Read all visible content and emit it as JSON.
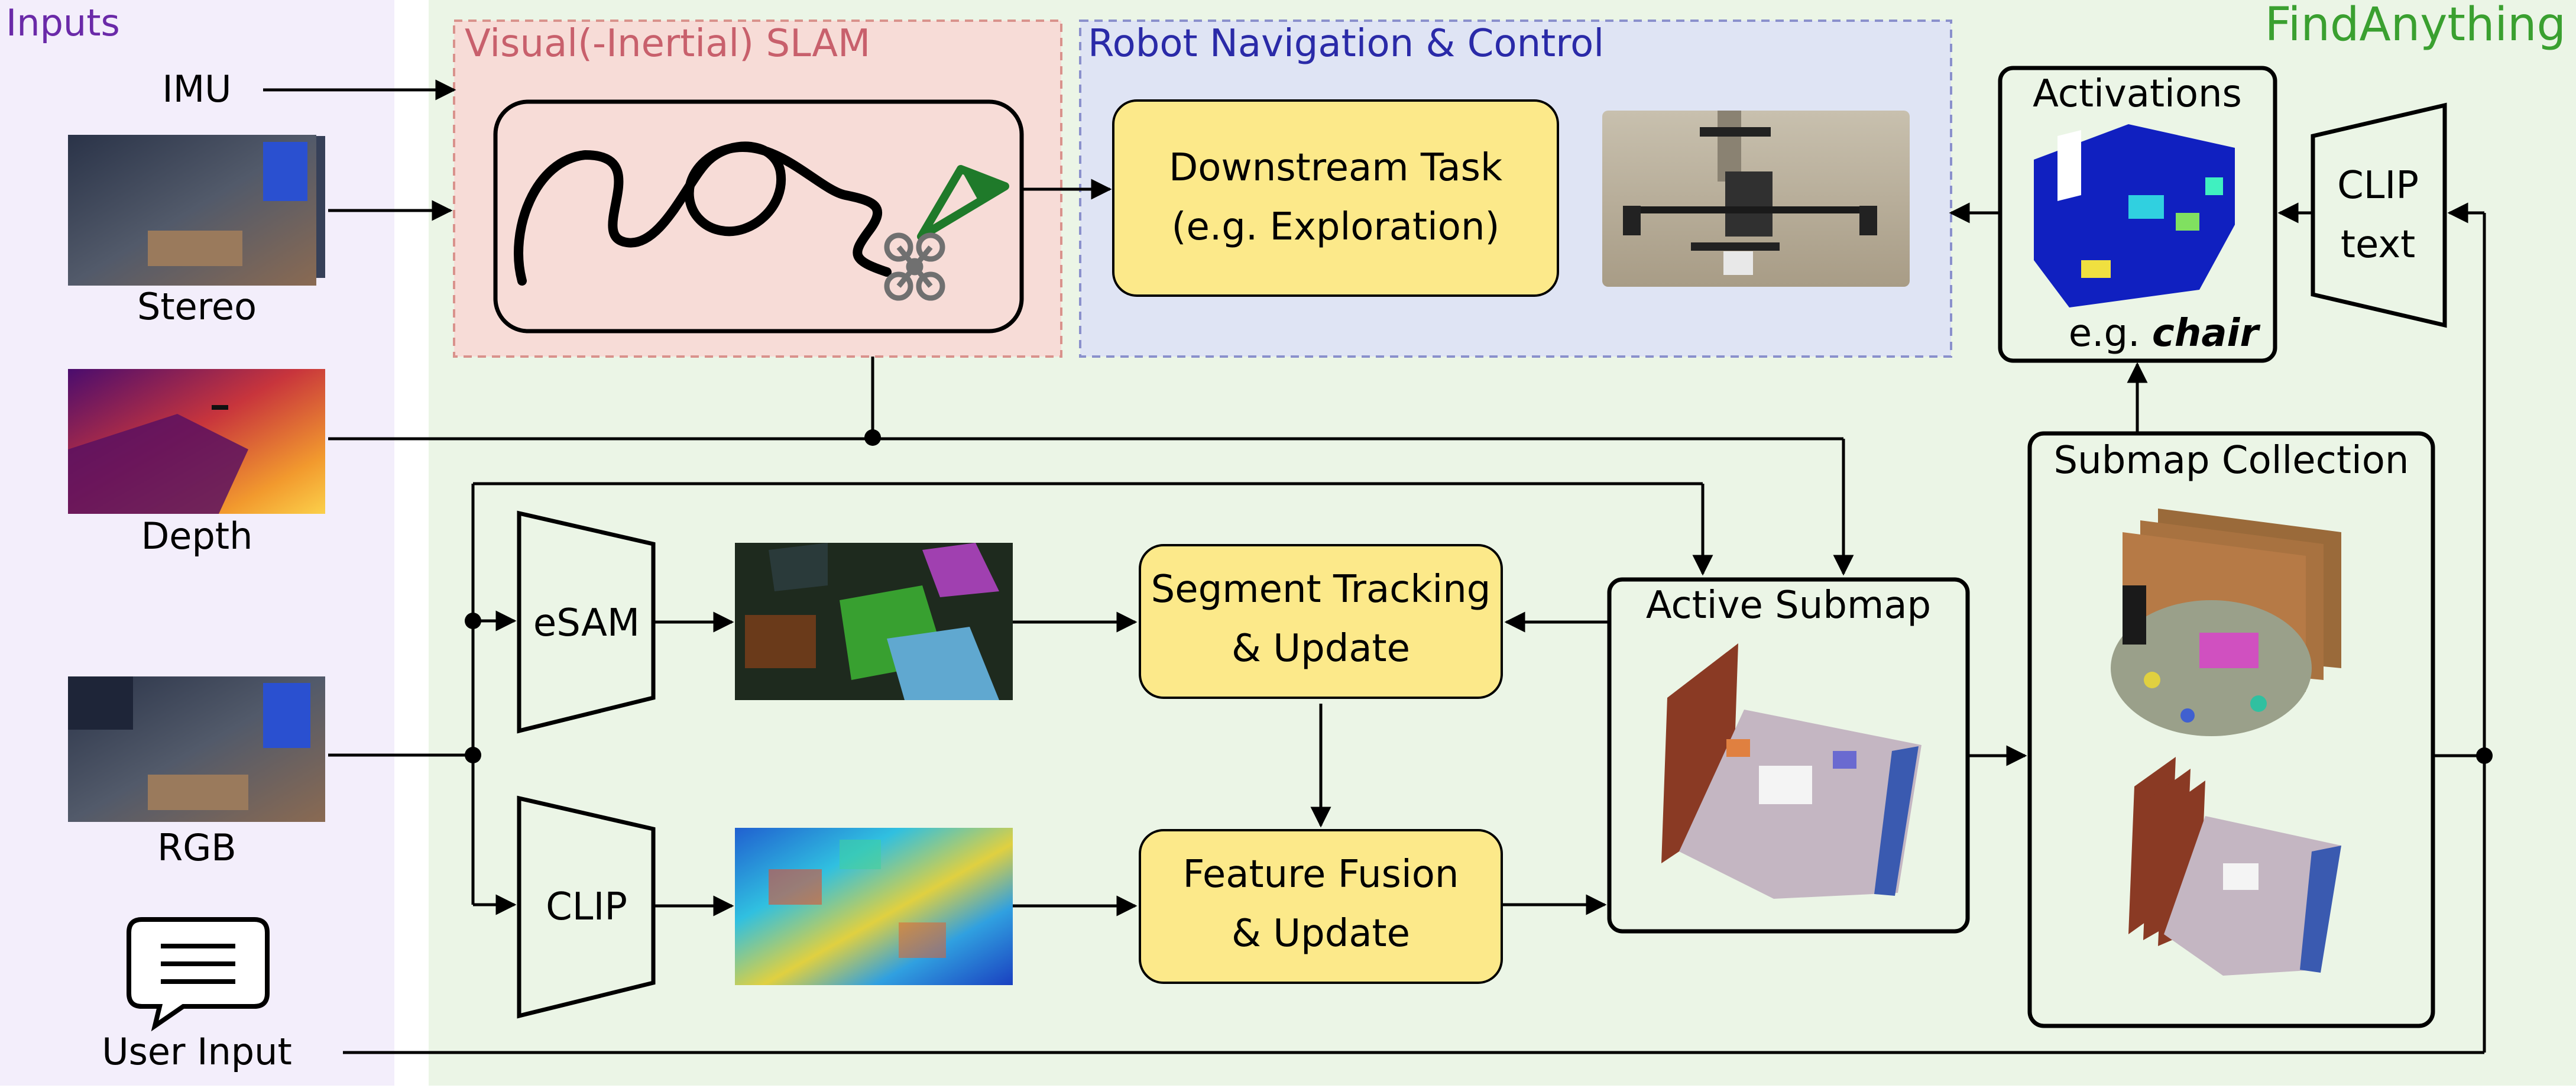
{
  "sections": {
    "inputs": "Inputs",
    "slam": "Visual(-Inertial) SLAM",
    "robot_nav": "Robot Navigation & Control",
    "findanything": "FindAnything"
  },
  "inputs": {
    "imu": "IMU",
    "stereo": "Stereo",
    "depth": "Depth",
    "rgb": "RGB",
    "user_input": "User Input"
  },
  "blocks": {
    "downstream_line1": "Downstream Task",
    "downstream_line2": "(e.g. Exploration)",
    "esam": "eSAM",
    "clip": "CLIP",
    "segment_line1": "Segment Tracking",
    "segment_line2": "& Update",
    "fusion_line1": "Feature Fusion",
    "fusion_line2": "& Update",
    "active_submap": "Active Submap",
    "submap_collection": "Submap Collection",
    "activations": "Activations",
    "activations_example_prefix": "e.g.",
    "activations_example_word": "chair",
    "clip_text_line1": "CLIP",
    "clip_text_line2": "text"
  },
  "colors": {
    "inputs_bg": "#f3eefb",
    "findanything_bg": "#ebf5e6",
    "slam_bg": "#f7dcd7",
    "slam_border": "#d9928c",
    "slam_title": "#c8606c",
    "nav_bg": "#dfe4f4",
    "nav_border": "#8a90cc",
    "nav_title": "#2a2aa8",
    "inputs_title": "#6a2aa8",
    "findanything_title": "#3aa030",
    "yellow_block": "#fce98a",
    "trajectory_green": "#1f7a2a",
    "drone_gray": "#707070"
  }
}
